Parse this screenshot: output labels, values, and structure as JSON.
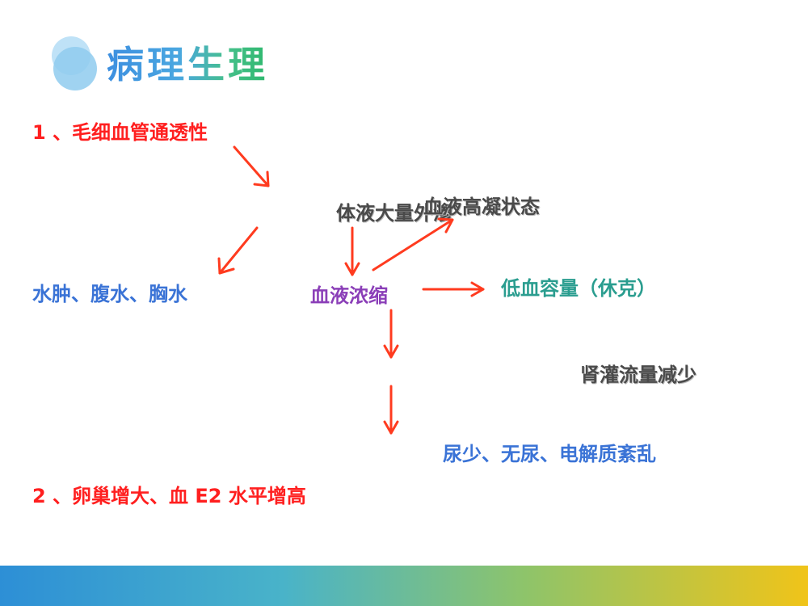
{
  "slide": {
    "title": "病理生理",
    "items": {
      "permeability": "1 、毛细血管通透性",
      "edema": "水肿、腹水、胸水",
      "fluid_loss": "体液大量外渗",
      "hypercoag": "血液高凝状态",
      "hemoconcentration": "血液浓缩",
      "hypovolemia": "低血容量（休克）",
      "renal_flow": "肾灌流量减少",
      "oliguria": "尿少、无尿、电解质紊乱",
      "ovary": "2 、卵巢增大、血 E2 水平增高"
    },
    "colors": {
      "title_start": "#3d8fe0",
      "title_end": "#2fb86e",
      "red": "#ff1f1f",
      "blue": "#3a73d6",
      "gray": "#4a4a4a",
      "purple": "#8b3fb8",
      "teal": "#2a9d8f",
      "arrow": "#ff3b1f"
    }
  }
}
